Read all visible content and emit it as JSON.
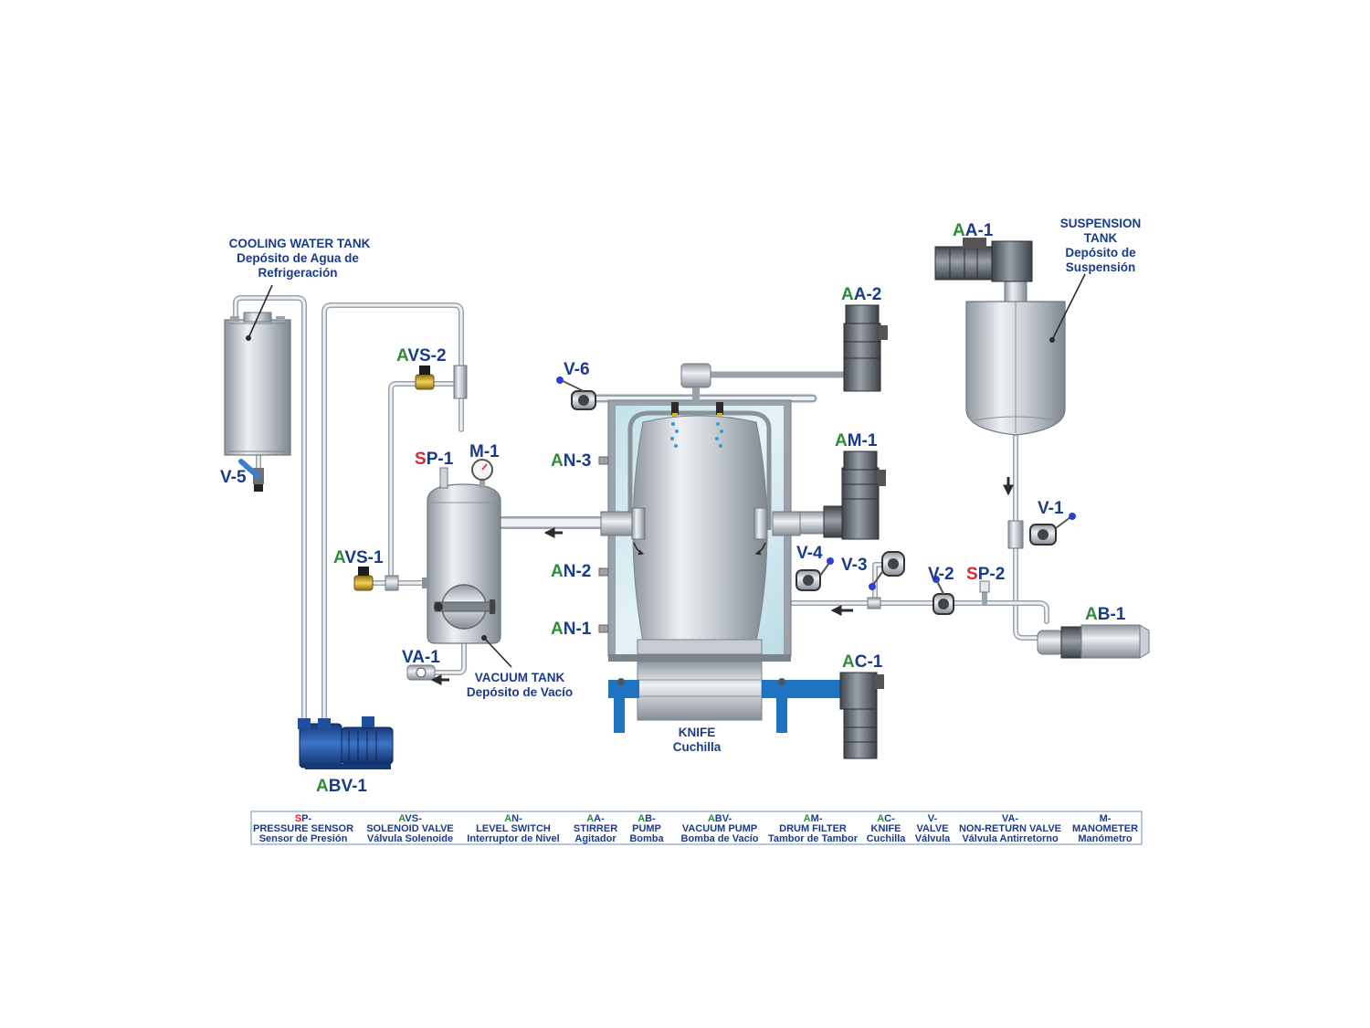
{
  "colors": {
    "navy": "#1a3a8a",
    "green": "#2e8b3a",
    "red": "#d8262c",
    "steel": "#b9c0c7",
    "pump_blue": "#1f4f9c",
    "frame_blue": "#1f74c2",
    "water": "#cfe7ee"
  },
  "captions": {
    "cooling_tank": [
      "COOLING WATER TANK",
      "Depósito de Agua de",
      "Refrigeración"
    ],
    "suspension_tank": [
      "SUSPENSION",
      "TANK",
      "Depósito de",
      "Suspensión"
    ],
    "vacuum_tank": [
      "VACUUM TANK",
      "Depósito de Vacío"
    ],
    "knife": [
      "KNIFE",
      "Cuchilla"
    ]
  },
  "tags": {
    "AA1": {
      "p": "A",
      "s": "A-1"
    },
    "AA2": {
      "p": "A",
      "s": "A-2"
    },
    "AVS2": {
      "p": "A",
      "s": "VS-2"
    },
    "V6": {
      "p": "",
      "s": "V-6"
    },
    "SP1": {
      "p": "S",
      "s": "P-1"
    },
    "M1": {
      "p": "",
      "s": "M-1"
    },
    "AN3": {
      "p": "A",
      "s": "N-3"
    },
    "AM1": {
      "p": "A",
      "s": "M-1"
    },
    "V5": {
      "p": "",
      "s": "V-5"
    },
    "V1": {
      "p": "",
      "s": "V-1"
    },
    "AVS1": {
      "p": "A",
      "s": "VS-1"
    },
    "AN2": {
      "p": "A",
      "s": "N-2"
    },
    "V4": {
      "p": "",
      "s": "V-4"
    },
    "V3": {
      "p": "",
      "s": "V-3"
    },
    "V2": {
      "p": "",
      "s": "V-2"
    },
    "SP2": {
      "p": "S",
      "s": "P-2"
    },
    "AB1": {
      "p": "A",
      "s": "B-1"
    },
    "AN1": {
      "p": "A",
      "s": "N-1"
    },
    "VA1": {
      "p": "",
      "s": "VA-1"
    },
    "AC1": {
      "p": "A",
      "s": "C-1"
    },
    "ABV1": {
      "p": "A",
      "s": "BV-1"
    }
  },
  "legend": [
    {
      "p": "S",
      "s": "P-",
      "en": "PRESSURE SENSOR",
      "es": "Sensor de Presión"
    },
    {
      "p": "A",
      "s": "VS-",
      "en": "SOLENOID VALVE",
      "es": "Válvula Solenoide"
    },
    {
      "p": "A",
      "s": "N-",
      "en": "LEVEL SWITCH",
      "es": "Interruptor de Nivel"
    },
    {
      "p": "A",
      "s": "A-",
      "en": "STIRRER",
      "es": "Agitador"
    },
    {
      "p": "A",
      "s": "B-",
      "en": "PUMP",
      "es": "Bomba"
    },
    {
      "p": "A",
      "s": "BV-",
      "en": "VACUUM PUMP",
      "es": "Bomba de Vacío"
    },
    {
      "p": "A",
      "s": "M-",
      "en": "DRUM FILTER",
      "es": "Tambor de Tambor"
    },
    {
      "p": "A",
      "s": "C-",
      "en": "KNIFE",
      "es": "Cuchilla"
    },
    {
      "p": "",
      "s": "V-",
      "en": "VALVE",
      "es": "Válvula"
    },
    {
      "p": "",
      "s": "VA-",
      "en": "NON-RETURN VALVE",
      "es": "Válvula Antirretorno"
    },
    {
      "p": "",
      "s": "M-",
      "en": "MANOMETER",
      "es": "Manómetro"
    }
  ]
}
